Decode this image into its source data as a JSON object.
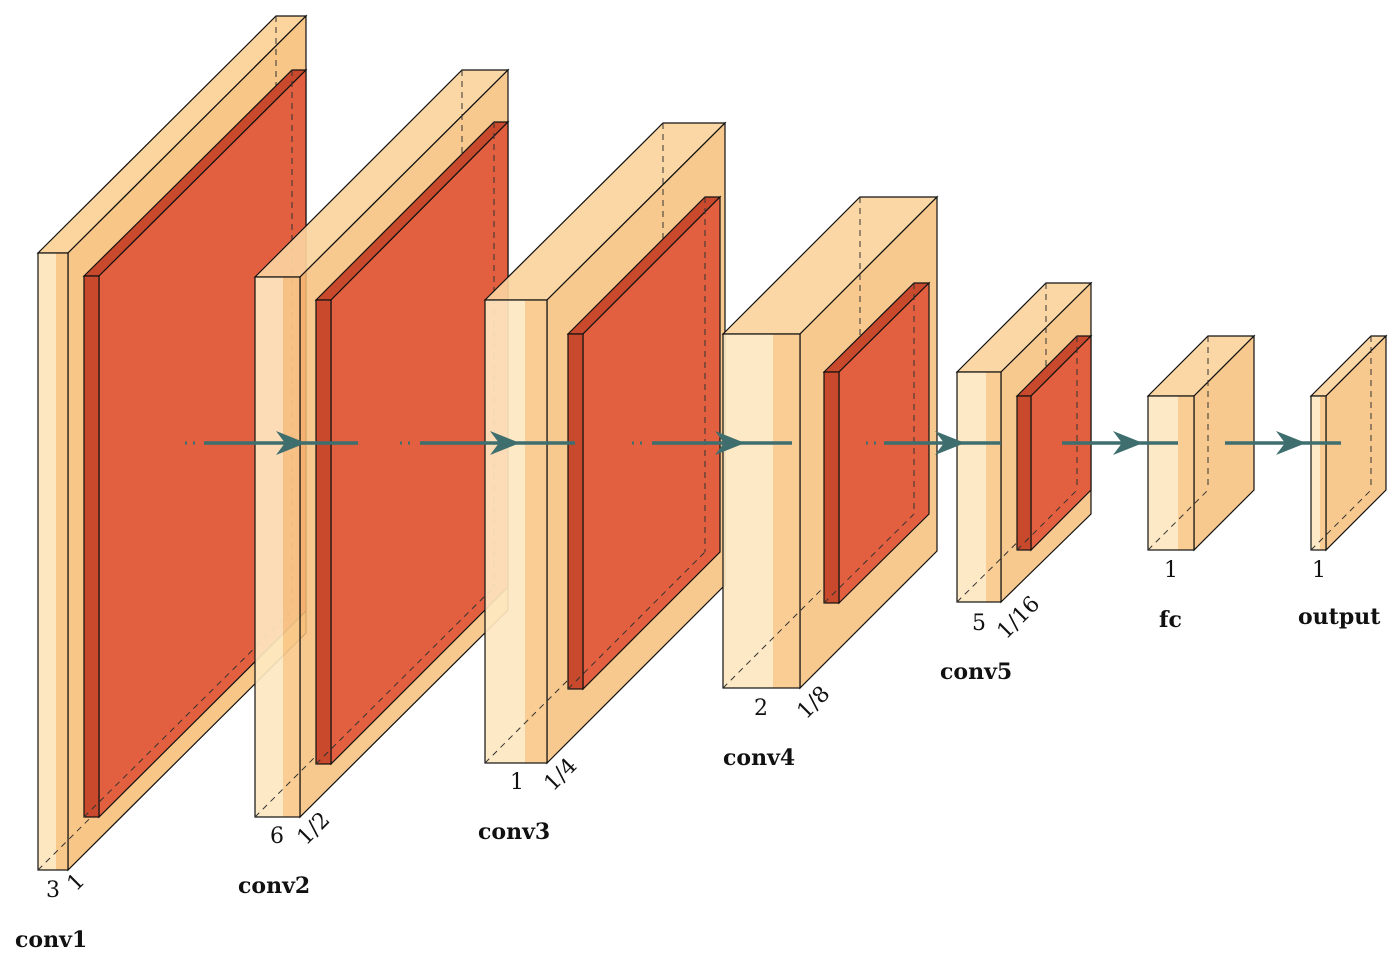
{
  "colors": {
    "front_light": "#fde7c0",
    "front_mid": "#f8c98a",
    "side_orange": "#f7c07a",
    "top_orange": "#fbd49e",
    "red_front": "#e2603f",
    "red_side": "#c9492c",
    "edge": "#111111",
    "arrow": "#3e6e6e"
  },
  "layers": [
    {
      "name": "conv1",
      "bottom_label": "3",
      "scale_label": "1"
    },
    {
      "name": "conv2",
      "bottom_label": "6",
      "scale_label": "1/2"
    },
    {
      "name": "conv3",
      "bottom_label": "1",
      "scale_label": "1/4"
    },
    {
      "name": "conv4",
      "bottom_label": "2",
      "scale_label": "1/8"
    },
    {
      "name": "conv5",
      "bottom_label": "5",
      "scale_label": "1/16"
    },
    {
      "name": "fc",
      "bottom_label": "1",
      "scale_label": ""
    },
    {
      "name": "output",
      "bottom_label": "1",
      "scale_label": ""
    }
  ]
}
